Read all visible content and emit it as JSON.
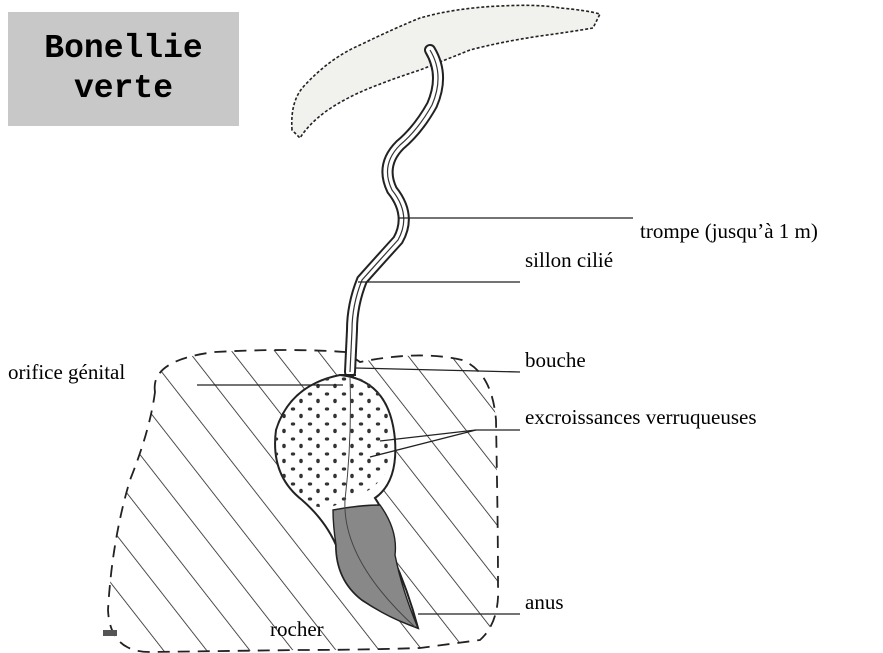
{
  "title": {
    "line1": "Bonellie",
    "line2": "verte"
  },
  "labels": {
    "trompe": "trompe (jusqu’à 1 m)",
    "sillon": "sillon cilié",
    "orifice": "orifice génital",
    "bouche": "bouche",
    "excroissances": "excroissances verruqueuses",
    "anus": "anus",
    "rocher": "rocher"
  },
  "colors": {
    "title_background": "#c8c8c8",
    "ink": "#000000",
    "background": "#ffffff"
  }
}
